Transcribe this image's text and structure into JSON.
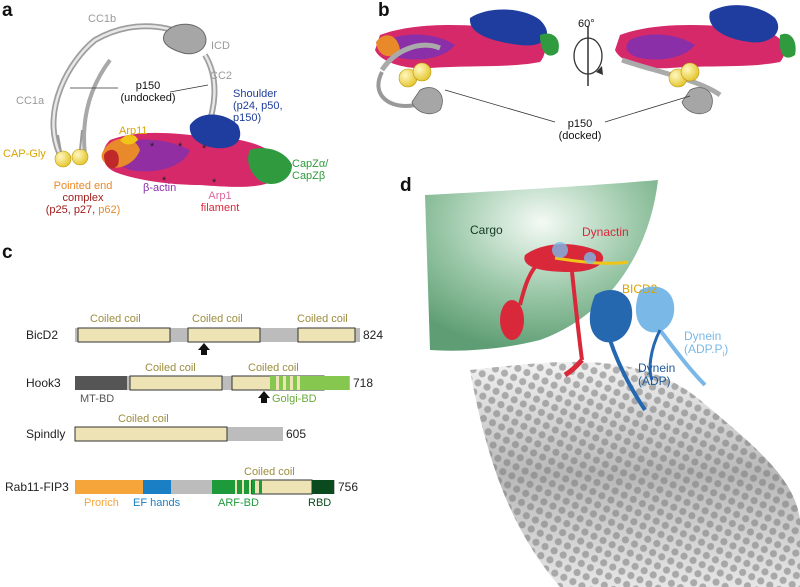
{
  "panels": {
    "a": {
      "label": "a",
      "cc1b": "CC1b",
      "icd": "ICD",
      "cc1a": "CC1a",
      "cc2": "CC2",
      "p150_line1": "p150",
      "p150_line2": "(undocked)",
      "shoulder_line1": "Shoulder",
      "shoulder_line2": "(p24, p50,",
      "shoulder_line3": "p150)",
      "arp11": "Arp11",
      "capgly": "CAP-Gly",
      "pointed_line1": "Pointed end",
      "pointed_line2": "complex",
      "pointed_line3_a": "(p25, p27, ",
      "pointed_line3_b": "p62)",
      "capz_line1": "CapZα/",
      "capz_line2": "CapZβ",
      "bactin": "β-actin",
      "arp1_line1": "Arp1",
      "arp1_line2": "filament"
    },
    "b": {
      "label": "b",
      "angle": "60°",
      "p150_line1": "p150",
      "p150_line2": "(docked)"
    },
    "c": {
      "label": "c",
      "rows": [
        {
          "name": "BicD2",
          "length": "824"
        },
        {
          "name": "Hook3",
          "length": "718"
        },
        {
          "name": "Spindly",
          "length": "605"
        },
        {
          "name": "Rab11-FIP3",
          "length": "756"
        }
      ],
      "coiled_coil": "Coiled coil",
      "mtbd": "MT-BD",
      "golgibd": "Golgi-BD",
      "prorich": "Prorich",
      "efhands": "EF hands",
      "arfbd": "ARF-BD",
      "rbd": "RBD"
    },
    "d": {
      "label": "d",
      "cargo": "Cargo",
      "dynactin": "Dynactin",
      "bicd2": "BICD2",
      "dynein_adppi_line1": "Dynein",
      "dynein_adppi_line2": "(ADP.P",
      "dynein_adppi_sub": "i",
      "dynein_adppi_close": ")",
      "dynein_adp_line1": "Dynein",
      "dynein_adp_line2": "(ADP)"
    }
  },
  "colors": {
    "coil_fill": "#eee3b5",
    "gray_bar": "#bcbcbc",
    "mtbd": "#555555",
    "golgibd": "#86c84f",
    "prorich": "#f6a53b",
    "efhands": "#1a7fc4",
    "arfbd": "#1f9a3a",
    "rbd": "#0b4a1e",
    "shoulder": "#1f3d9e",
    "capz": "#2f9a3e",
    "arp1": "#d6296a",
    "bactin": "#8a2fa8",
    "pointed": "#e8892a",
    "capgly": "#f1d84a",
    "dynactin": "#d8283a",
    "dynein_dark": "#2568b0",
    "dynein_light": "#7ab8e8",
    "cargo": "#6fae84"
  }
}
